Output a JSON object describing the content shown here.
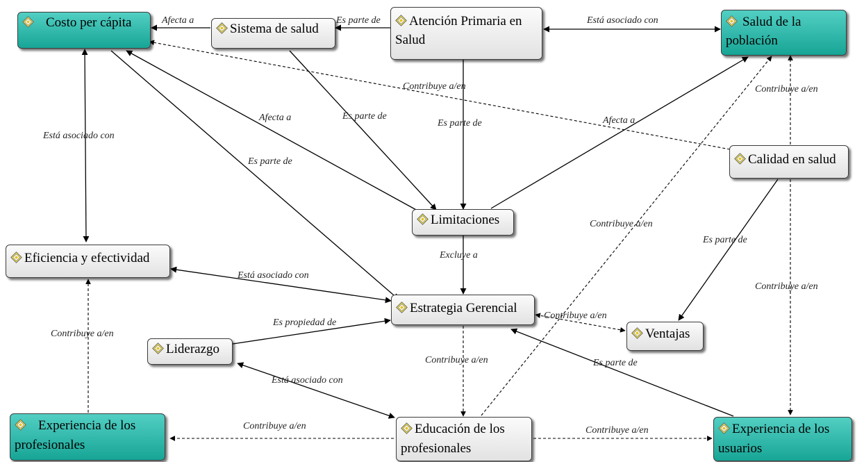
{
  "concept_icon": "concept-icon",
  "colors": {
    "teal": "#2bb5a8",
    "gray": "#eeeeee",
    "line": "#000000"
  },
  "nodes": {
    "costo": "Costo per cápita",
    "sistema": "Sistema de salud",
    "atencion": "Atención Primaria en\nSalud",
    "salud_poblacion": "Salud de la\npoblación",
    "calidad": "Calidad en salud",
    "limitaciones": "Limitaciones",
    "eficiencia": "Eficiencia y efectividad",
    "estrategia": "Estrategia Gerencial",
    "ventajas": "Ventajas",
    "liderazgo": "Liderazgo",
    "exp_profesionales": "Experiencia de los\nprofesionales",
    "educacion": "Educación de los\nprofesionales",
    "exp_usuarios": "Experiencia de los\nusuarios"
  },
  "edge_labels": {
    "costo_sistema": "Afecta a",
    "sistema_atencion": "Es parte de",
    "atencion_salud": "Está asociado con",
    "calidad_costo": "Contribuye a/en",
    "calidad_salud": "Contribuye a/en",
    "costo_eficiencia": "Está asociado con",
    "limit_costo": "Afecta a",
    "sistema_limit": "Es parte de",
    "atencion_limit": "Es parte de",
    "limit_salud": "Afecta a",
    "costo_estrategia": "Es parte de",
    "educ_salud": "Contribuye a/en",
    "calidad_ventajas": "Es parte de",
    "calidad_usuarios": "Contribuye a/en",
    "limit_estrategia": "Excluye a",
    "eficiencia_estrategia": "Está asociado con",
    "ventajas_estrategia": "Contribuye a/en",
    "liderazgo_estrategia": "Es propiedad de",
    "exp_eficiencia": "Contribuye a/en",
    "estrategia_educ": "Contribuye a/en",
    "usuarios_estrategia": "Es parte de",
    "liderazgo_educ": "Está asociado con",
    "educ_exp": "Contribuye a/en",
    "educ_usuarios": "Contribuye a/en"
  }
}
